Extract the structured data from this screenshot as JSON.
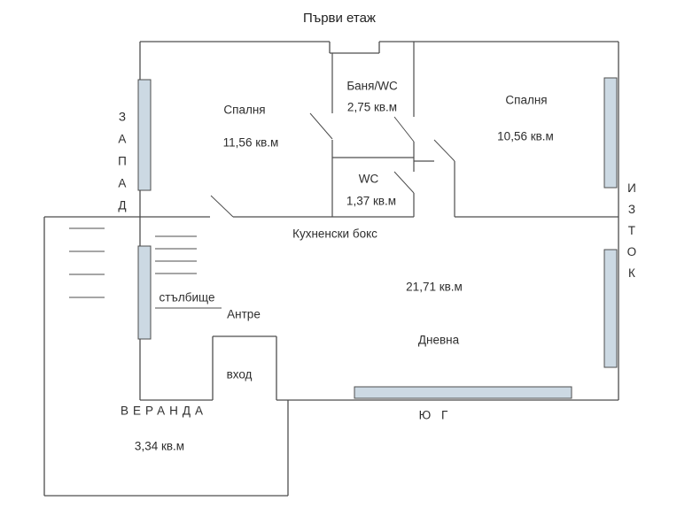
{
  "title": "Първи етаж",
  "compass": {
    "west": "ЗАПАД",
    "east": "ИЗТОК",
    "south": "Ю Г"
  },
  "rooms": {
    "bedroom_left": {
      "name": "Спалня",
      "area": "11,56 кв.м"
    },
    "bathroom": {
      "name": "Баня/WC",
      "area": "2,75 кв.м"
    },
    "bedroom_right": {
      "name": "Спалня",
      "area": "10,56 кв.м"
    },
    "wc": {
      "name": "WC",
      "area": "1,37 кв.м"
    },
    "kitchen": {
      "name": "Кухненски бокс"
    },
    "living": {
      "name": "Дневна",
      "area": "21,71 кв.м"
    },
    "staircase": {
      "name": "стълбище"
    },
    "hallway": {
      "name": "Антре"
    },
    "entrance": {
      "name": "вход"
    },
    "veranda": {
      "name": "ВЕРАНДА",
      "area": "3,34 кв.м"
    }
  },
  "colors": {
    "wall": "#4d4d4d",
    "window_fill": "#ccd9e3",
    "text": "#2e2e2e",
    "background": "#ffffff"
  }
}
